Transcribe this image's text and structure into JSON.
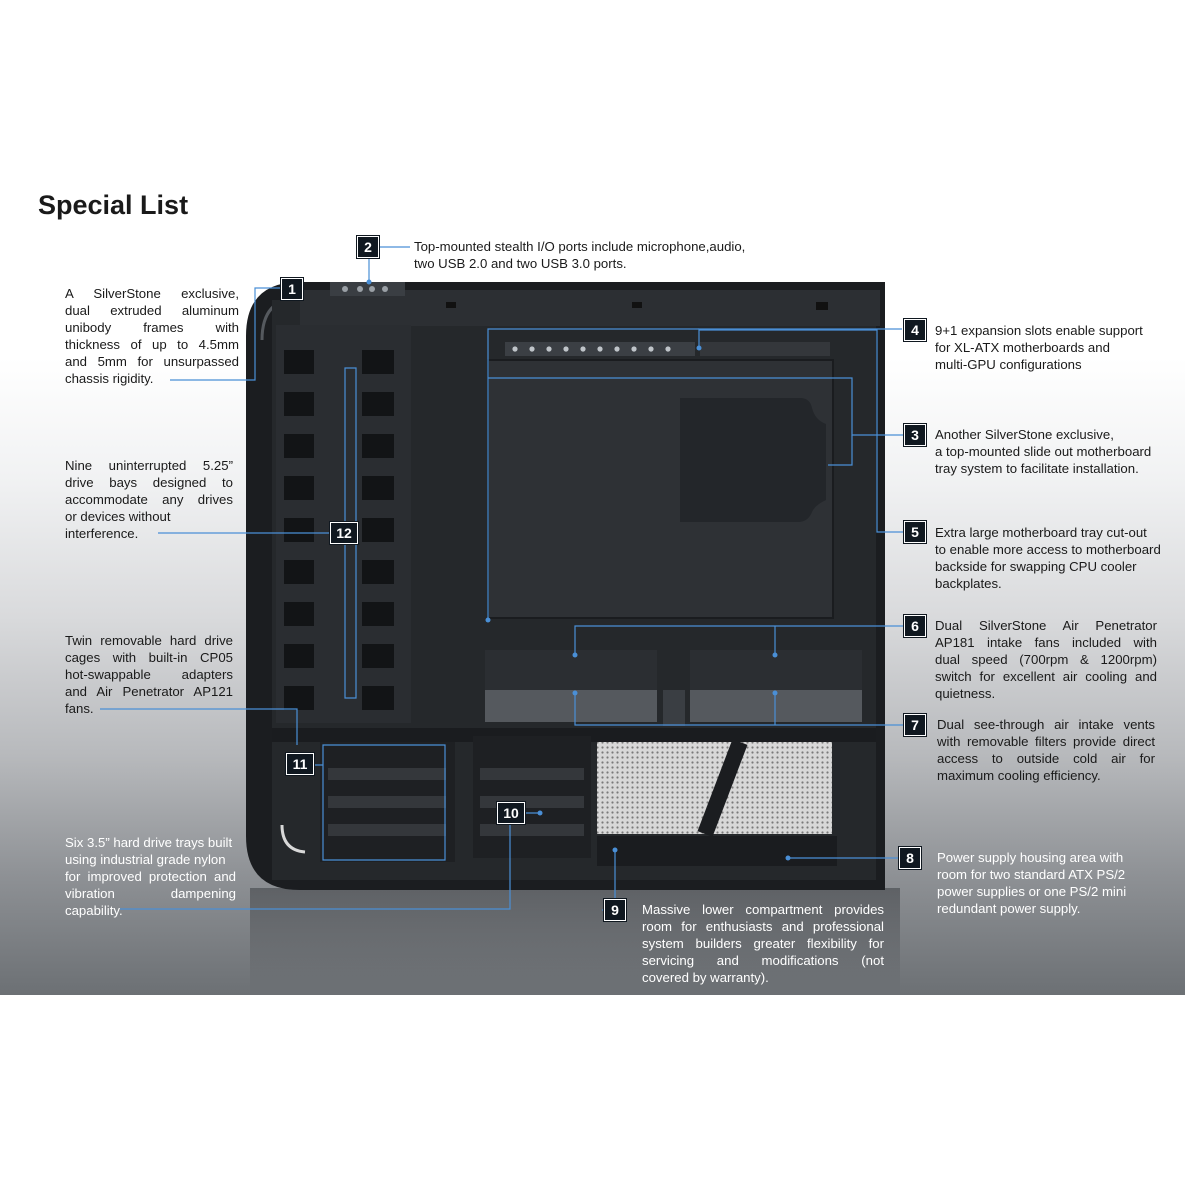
{
  "title": "Special List",
  "callouts": [
    {
      "id": "1",
      "lines": [
        "A SilverStone exclusive,",
        "dual extruded aluminum",
        "unibody frames with",
        "thickness of up to 4.5mm",
        "and 5mm for unsurpassed",
        "chassis rigidity."
      ]
    },
    {
      "id": "2",
      "lines": [
        "Top-mounted stealth I/O ports include microphone,audio,",
        "two USB 2.0 and two USB 3.0 ports."
      ]
    },
    {
      "id": "3",
      "lines": [
        "Another SilverStone exclusive,",
        "a top-mounted slide out motherboard",
        "tray system to facilitate installation."
      ]
    },
    {
      "id": "4",
      "lines": [
        "9+1 expansion slots enable support",
        "for XL-ATX motherboards and",
        "multi-GPU configurations"
      ]
    },
    {
      "id": "5",
      "lines": [
        "Extra large motherboard tray cut-out",
        "to enable more access to motherboard",
        "backside for swapping CPU cooler",
        "backplates."
      ]
    },
    {
      "id": "6",
      "lines": [
        "Dual SilverStone Air Penetrator",
        "AP181 intake fans included with",
        "dual speed (700rpm & 1200rpm)",
        "switch  for excellent air cooling and",
        "quietness."
      ]
    },
    {
      "id": "7",
      "lines": [
        "Dual see-through air intake vents",
        "with removable filters provide direct",
        "access to outside cold air for",
        "maximum cooling efficiency."
      ]
    },
    {
      "id": "8",
      "lines": [
        "Power supply housing area with",
        "room for two standard ATX PS/2",
        "power supplies or one PS/2 mini",
        "redundant power supply."
      ]
    },
    {
      "id": "9",
      "lines": [
        "Massive lower compartment provides",
        "room for enthusiasts and professional",
        "system builders greater flexibility for",
        "servicing and modifications (not",
        "covered by warranty)."
      ]
    },
    {
      "id": "10",
      "lines": []
    },
    {
      "id": "11",
      "lines": [
        "Six 3.5” hard drive trays built",
        "using industrial grade nylon",
        "for improved protection and",
        "vibration dampening",
        "capability."
      ]
    },
    {
      "id": "12",
      "lines": [
        "Nine uninterrupted 5.25”",
        "drive bays designed to",
        "accommodate any drives",
        "or devices without",
        "interference."
      ]
    },
    {
      "id": "ap121",
      "lines": [
        "Twin removable hard drive",
        "cages with built-in CP05",
        "hot-swappable adapters",
        "and Air Penetrator AP121",
        "fans."
      ]
    }
  ],
  "colors": {
    "leader": "#4a8fd6",
    "badge": "#101820",
    "case": "#1b1d20"
  }
}
